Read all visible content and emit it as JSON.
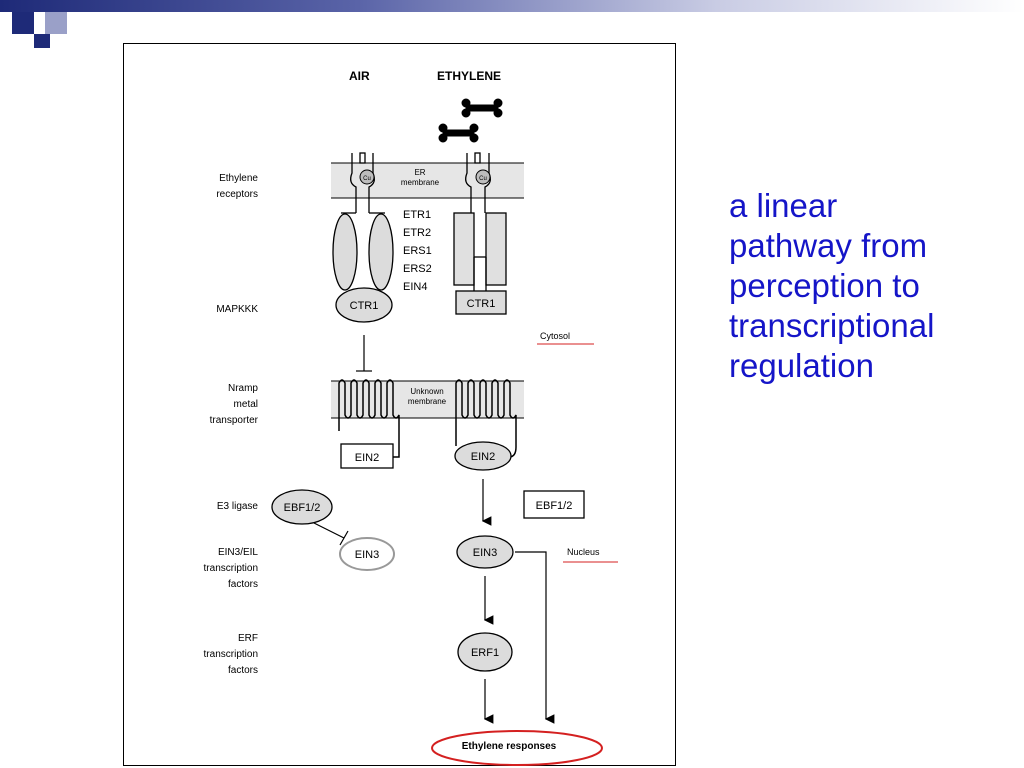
{
  "slide": {
    "caption_lines": [
      "a linear",
      "pathway from",
      "perception to",
      "transcriptional",
      "regulation"
    ]
  },
  "diagram": {
    "col_air": "AIR",
    "col_ethylene": "ETHYLENE",
    "left_labels": {
      "receptors": [
        "Ethylene",
        "receptors"
      ],
      "mapkkk": "MAPKKK",
      "nramp": [
        "Nramp",
        "metal",
        "transporter"
      ],
      "e3": "E3 ligase",
      "ein3eil": [
        "EIN3/EIL",
        "transcription",
        "factors"
      ],
      "erf": [
        "ERF",
        "transcription",
        "factors"
      ]
    },
    "er_membrane": [
      "ER",
      "membrane"
    ],
    "cu": "Cu",
    "receptor_list": [
      "ETR1",
      "ETR2",
      "ERS1",
      "ERS2",
      "EIN4"
    ],
    "ctr1": "CTR1",
    "cytosol": "Cytosol",
    "unknown_membrane": [
      "Unknown",
      "membrane"
    ],
    "ein2": "EIN2",
    "ebf": "EBF1/2",
    "ein3": "EIN3",
    "nucleus": "Nucleus",
    "erf1": "ERF1",
    "responses": "Ethylene responses"
  },
  "colors": {
    "caption": "#1515c8",
    "highlight_red": "#d42020",
    "corner_navy": "#1e2a78",
    "corner_gray": "#9aa0c8"
  }
}
